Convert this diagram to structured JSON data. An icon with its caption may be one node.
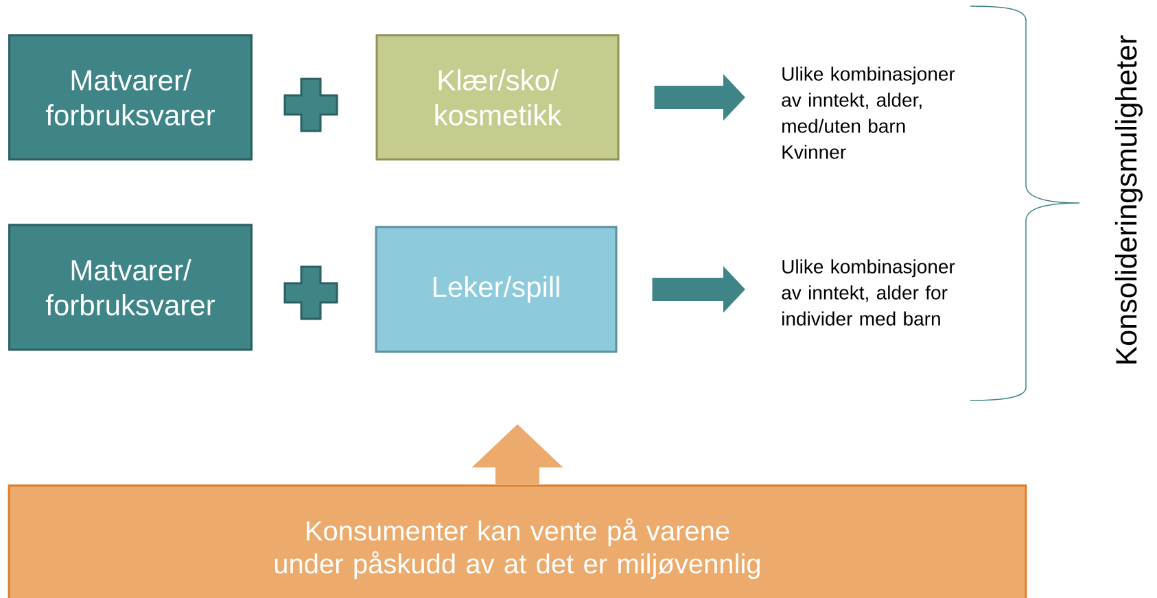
{
  "diagram": {
    "nodes": [
      {
        "text": [
          "Matvarer/ forbruksvarer"
        ]
      },
      {
        "text": [],
        "shape": "plus"
      },
      {
        "text": [
          "Klær/sko/ kosmetikk"
        ]
      },
      {
        "text": [
          "Ulike kombinasjoner av inntekt, alder, med/uten barn",
          "Kvinner"
        ]
      },
      {
        "text": [
          "Matvarer/ forbruksvarer"
        ]
      },
      {
        "text": [],
        "shape": "plus"
      },
      {
        "text": [
          "Leker/spill"
        ]
      },
      {
        "text": [
          "Ulike kombinasjoner av inntekt, alder for individer med barn"
        ]
      },
      {
        "text": [
          "Konsumenter kan vente på varene under påskudd av at det er miljøvennlig"
        ]
      }
    ],
    "edges": [
      {
        "from": 2,
        "to": 3,
        "arrow": "to"
      },
      {
        "from": 6,
        "to": 7,
        "arrow": "to"
      },
      {
        "from": 8,
        "to": null,
        "arrow": "to",
        "style": "thick",
        "color": "#ecaa6c"
      }
    ],
    "labels": [
      "Konsolideringsmuligheter"
    ]
  }
}
